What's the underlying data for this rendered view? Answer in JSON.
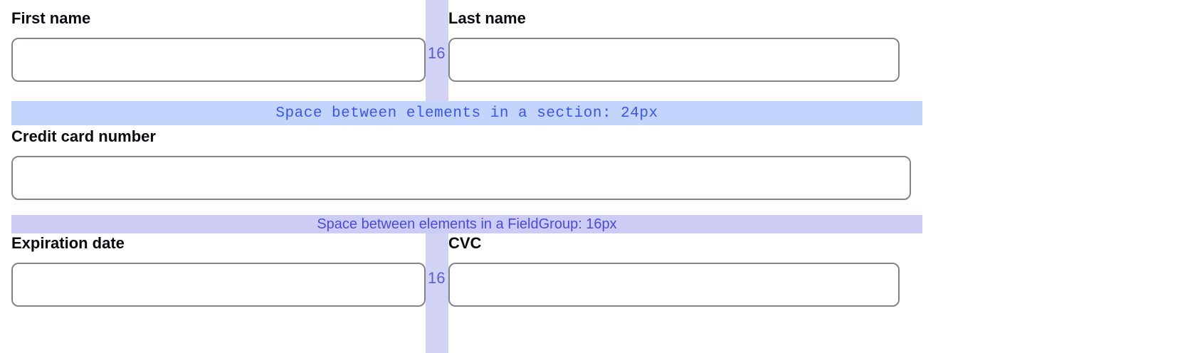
{
  "form": {
    "rows": [
      {
        "name": "first-last-name-row",
        "fields": [
          {
            "name": "first-name",
            "label": "First name",
            "value": "",
            "placeholder": ""
          },
          {
            "name": "last-name",
            "label": "Last name",
            "value": "",
            "placeholder": ""
          }
        ],
        "column_gap_label": "16"
      },
      {
        "name": "credit-card-number-row",
        "fields": [
          {
            "name": "credit-card-number",
            "label": "Credit card number",
            "value": "",
            "placeholder": ""
          }
        ]
      },
      {
        "name": "expiration-cvc-row",
        "fields": [
          {
            "name": "expiration-date",
            "label": "Expiration date",
            "value": "",
            "placeholder": ""
          },
          {
            "name": "cvc",
            "label": "CVC",
            "value": "",
            "placeholder": ""
          }
        ],
        "column_gap_label": "16"
      }
    ]
  },
  "annotations": {
    "section_gap": {
      "text": "Space between elements in a section: 24px",
      "value": "24px",
      "color": "#c3d4fd",
      "text_color": "#3b55f6"
    },
    "fieldgroup_gap": {
      "text": "Space between elements in a FieldGroup: 16px",
      "value": "16px",
      "color": "#ccccf5",
      "text_color": "#4a4ae0"
    },
    "column_gap_top": {
      "label": "16",
      "color": "#d2d2f5",
      "text_color": "#5b5bd6"
    },
    "column_gap_bottom": {
      "label": "16",
      "color": "#d2d2f5",
      "text_color": "#5b5bd6"
    }
  },
  "colors": {
    "background": "#ffffff",
    "input_border": "#82838e",
    "label_text": "#0b0b0d"
  }
}
